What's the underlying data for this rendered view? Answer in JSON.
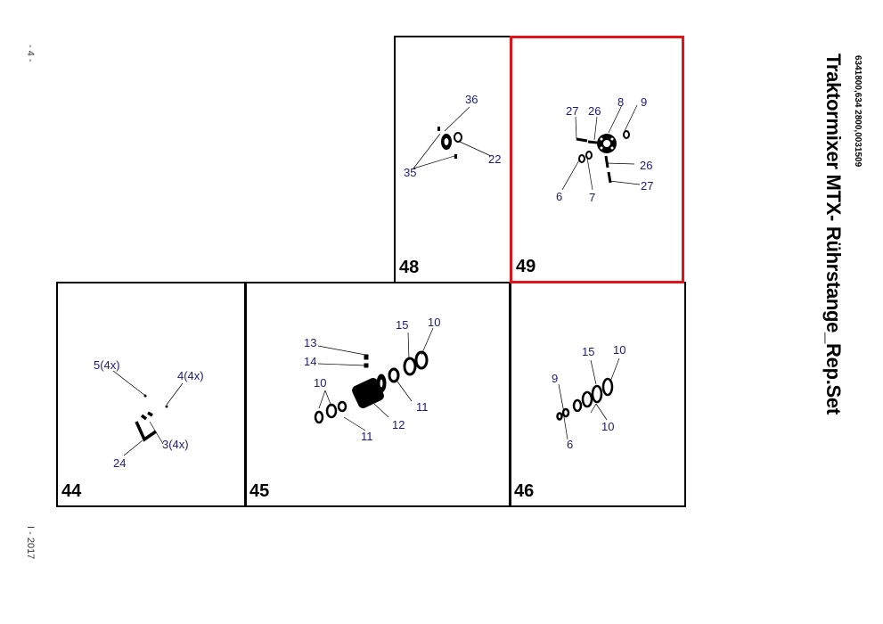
{
  "header": {
    "title": "Traktormixer MTX- Rührstange_Rep.Set",
    "part_numbers": "6341800,634 2800,0031509"
  },
  "footer": {
    "page": "- 4 -",
    "edition": "I - 2017"
  },
  "colors": {
    "selected_border": "#e0141b",
    "callout_text": "#1c1c6e"
  },
  "panels": [
    {
      "number": "48",
      "selected": false,
      "callouts": [
        "36",
        "22",
        "35"
      ]
    },
    {
      "number": "49",
      "selected": true,
      "callouts": [
        "27",
        "26",
        "8",
        "9",
        "26",
        "27",
        "6",
        "7"
      ]
    },
    {
      "number": "44",
      "selected": false,
      "callouts": [
        "5(4x)",
        "4(4x)",
        "3(4x)",
        "24"
      ]
    },
    {
      "number": "45",
      "selected": false,
      "callouts": [
        "13",
        "14",
        "15",
        "10",
        "10",
        "11",
        "12",
        "11"
      ]
    },
    {
      "number": "46",
      "selected": false,
      "callouts": [
        "15",
        "10",
        "9",
        "10",
        "6"
      ]
    }
  ]
}
